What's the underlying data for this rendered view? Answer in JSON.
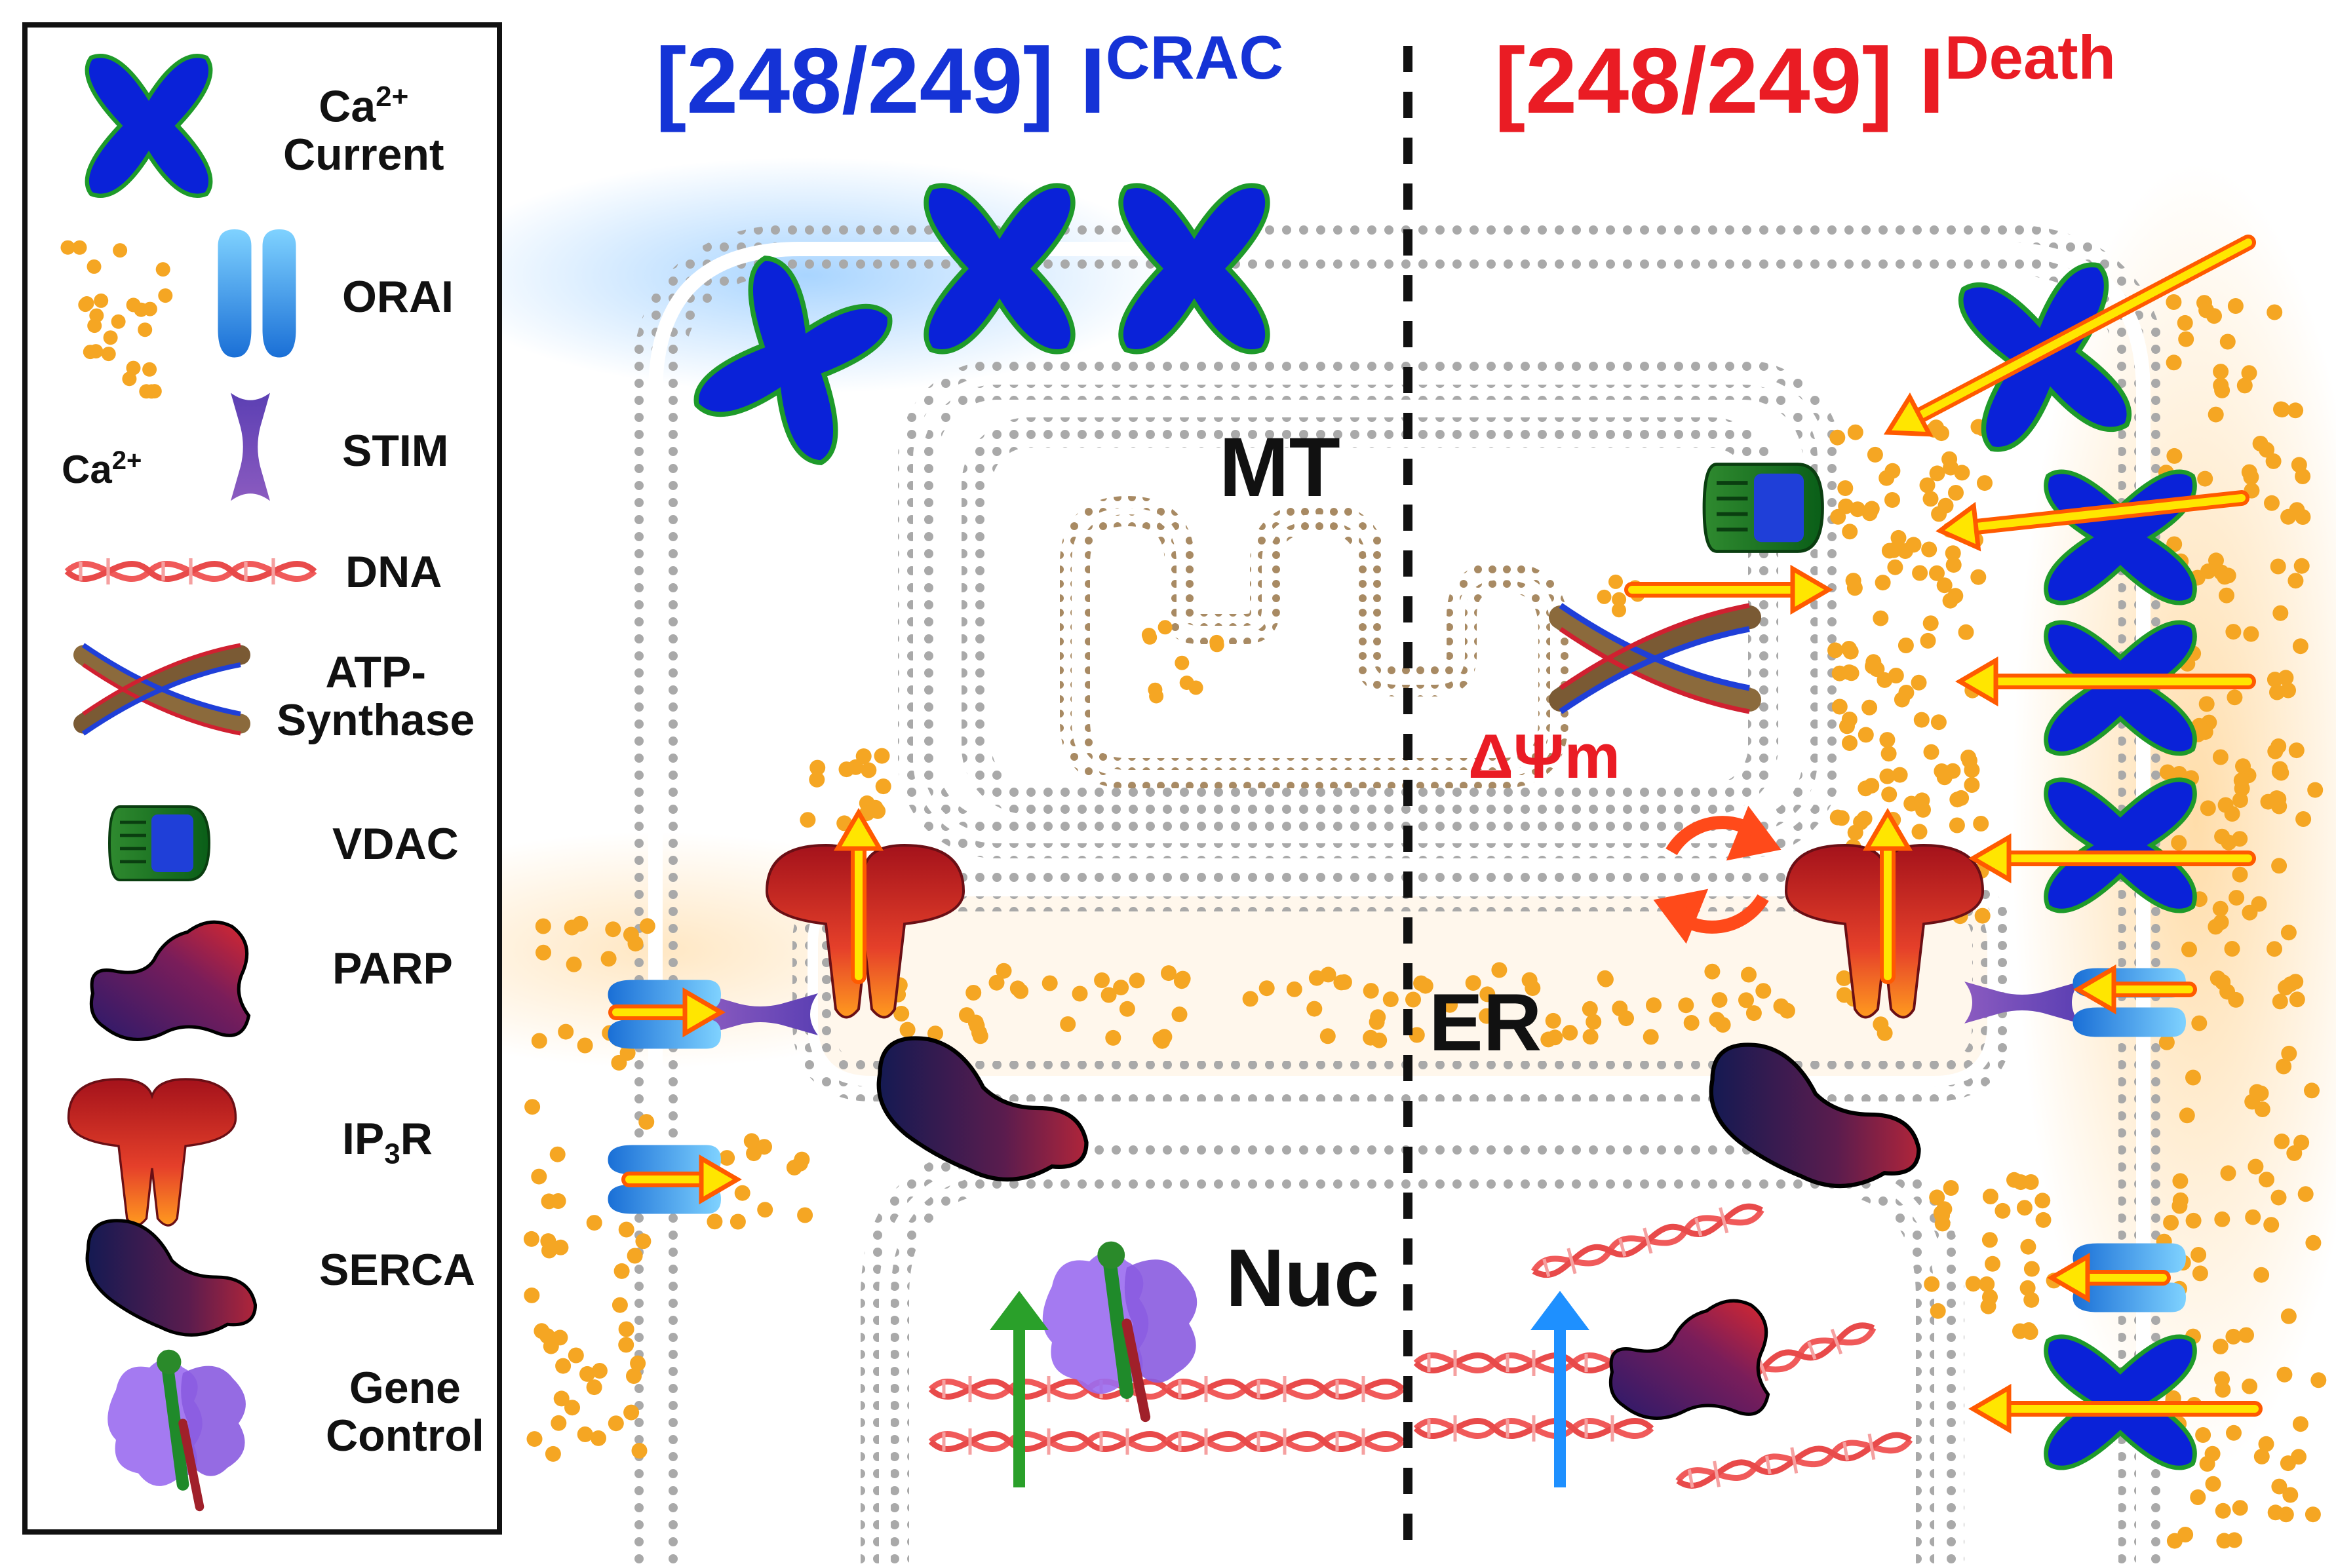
{
  "titles": {
    "left": {
      "bracket": "[248/249]",
      "main": "I",
      "superscript": "CRAC",
      "color": "#1533d6"
    },
    "right": {
      "bracket": "[248/249]",
      "main": "I",
      "superscript": "Death",
      "color": "#ea1c24"
    }
  },
  "legend": {
    "calcium_current": {
      "line1": "Ca",
      "sup": "2+",
      "line2": "Current"
    },
    "orai": "ORAI",
    "ca_ion": {
      "text": "Ca",
      "sup": "2+"
    },
    "stim": "STIM",
    "dna": "DNA",
    "atp_synthase": {
      "line1": "ATP-",
      "line2": "Synthase"
    },
    "vdac": "VDAC",
    "parp": "PARP",
    "ip3r": {
      "text": "IP",
      "sub": "3",
      "rest": "R"
    },
    "serca": "SERCA",
    "gene_control": {
      "line1": "Gene",
      "line2": "Control"
    }
  },
  "regions": {
    "mitochondria": "MT",
    "membrane_potential": "ΔΨm",
    "endoplasmic_reticulum": "ER",
    "nucleus": "Nuc"
  },
  "colors": {
    "crac_blue": "#1533d6",
    "death_red": "#ea1c24",
    "channel_blue": "#0a22d8",
    "channel_outline": "#1e9a2a",
    "calcium": "#f5a623",
    "membrane": "#a9a9a9",
    "mito_inner": "#a88a63",
    "dna": "#f05a5a",
    "arrow_fill": "#ffe600",
    "arrow_outline": "#ff5a00"
  }
}
